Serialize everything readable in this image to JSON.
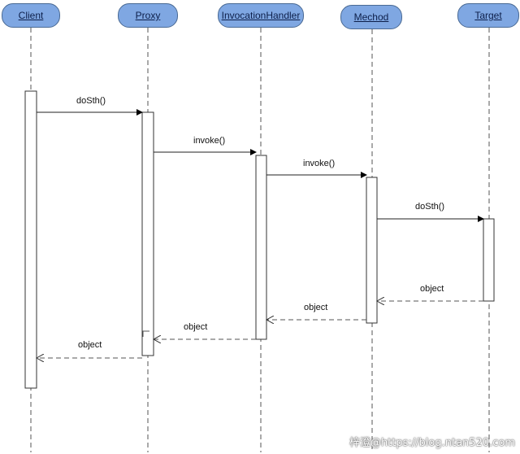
{
  "participants": [
    {
      "id": "client",
      "label": "Client"
    },
    {
      "id": "proxy",
      "label": "Proxy"
    },
    {
      "id": "invocation_handler",
      "label": "InvocationHandler"
    },
    {
      "id": "mechod",
      "label": "Mechod"
    },
    {
      "id": "target",
      "label": "Target"
    }
  ],
  "messages": [
    {
      "from": "client",
      "to": "proxy",
      "label": "doSth()",
      "kind": "call"
    },
    {
      "from": "proxy",
      "to": "invocation_handler",
      "label": "invoke()",
      "kind": "call"
    },
    {
      "from": "invocation_handler",
      "to": "mechod",
      "label": "invoke()",
      "kind": "call"
    },
    {
      "from": "mechod",
      "to": "target",
      "label": "doSth()",
      "kind": "call"
    },
    {
      "from": "target",
      "to": "mechod",
      "label": "object",
      "kind": "return"
    },
    {
      "from": "mechod",
      "to": "invocation_handler",
      "label": "object",
      "kind": "return"
    },
    {
      "from": "invocation_handler",
      "to": "proxy",
      "label": "object",
      "kind": "return"
    },
    {
      "from": "proxy",
      "to": "client",
      "label": "object",
      "kind": "return"
    }
  ],
  "watermark": "梓澄@https://blog.ntan520.com",
  "colors": {
    "node_fill": "#7fa7e2",
    "node_border": "#4a6a94",
    "line": "#555555"
  }
}
